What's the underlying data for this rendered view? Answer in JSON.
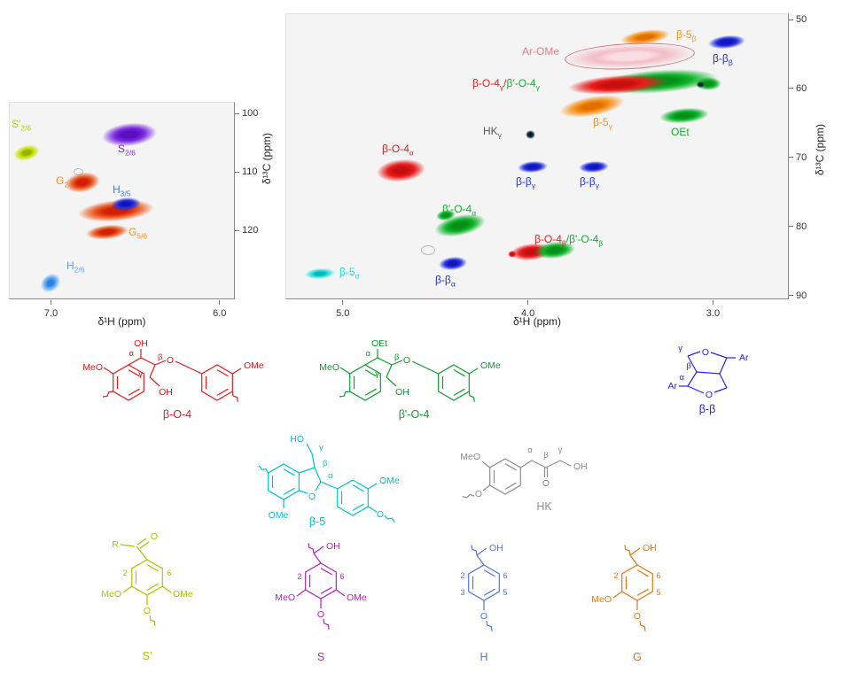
{
  "palette": {
    "bo4": "#e41a1c",
    "bpo4": "#0a9e2c",
    "bb": "#2626e0",
    "b5": "#00c5cc",
    "hk": "#8c8c8c",
    "sp": "#a6c800",
    "s": "#b821b8",
    "h": "#5076d8",
    "g": "#e07818"
  },
  "chart_data": [
    {
      "id": "aromatic-region",
      "type": "scatter",
      "subtype": "2D HSQC NMR contour plot",
      "xlabel": "δ¹H (ppm)",
      "ylabel": "δ¹³C (ppm)",
      "xlim": [
        7.25,
        5.92
      ],
      "ylim": [
        98,
        131.5
      ],
      "xticks": [
        {
          "v": 7.0,
          "label": "7.0"
        },
        {
          "v": 6.0,
          "label": "6.0"
        }
      ],
      "yticks": [
        {
          "v": 100,
          "label": "100"
        },
        {
          "v": 110,
          "label": "110"
        },
        {
          "v": 120,
          "label": "120"
        }
      ],
      "peaks": [
        {
          "id": "Sp2-6",
          "h1": 7.15,
          "c13": 106.6,
          "w": 30,
          "h": 17,
          "rot": -15,
          "color": "#c6e300",
          "core": "#93b300"
        },
        {
          "id": "S2-6",
          "h1": 6.54,
          "c13": 103.4,
          "w": 62,
          "h": 26,
          "rot": -6,
          "color": "#7b2be0",
          "core": "#5a10c0"
        },
        {
          "id": "faint-1",
          "h1": 6.85,
          "c13": 109.6,
          "w": 9,
          "h": 6,
          "color": "#bbbbbb",
          "outline": true
        },
        {
          "id": "G2",
          "h1": 6.82,
          "c13": 111.7,
          "w": 40,
          "h": 22,
          "rot": -10,
          "color": "#e85317",
          "core": "#cf2005"
        },
        {
          "id": "G5-6-a",
          "h1": 6.62,
          "c13": 116.5,
          "w": 86,
          "h": 24,
          "rot": -5,
          "color": "#e85317",
          "core": "#cf2005"
        },
        {
          "id": "H3-5",
          "h1": 6.56,
          "c13": 115.3,
          "w": 34,
          "h": 15,
          "rot": -5,
          "color": "#2430e0",
          "core": "#1215bb"
        },
        {
          "id": "G5-6-b",
          "h1": 6.67,
          "c13": 120.2,
          "w": 48,
          "h": 16,
          "rot": -6,
          "color": "#e85317",
          "core": "#cf2005"
        },
        {
          "id": "H2-6",
          "h1": 7.01,
          "c13": 128.8,
          "w": 24,
          "h": 19,
          "rot": -40,
          "color": "#5fa8f5",
          "core": "#2f7fe0"
        }
      ],
      "labels": [
        {
          "x": 2,
          "y": 18,
          "segs": [
            {
              "t": "S'",
              "sub": "2/6",
              "color": "#b2d400"
            }
          ]
        },
        {
          "x": 122,
          "y": 46,
          "segs": [
            {
              "t": "S",
              "sub": "2/6",
              "color": "#8a2be2"
            }
          ]
        },
        {
          "x": 52,
          "y": 82,
          "segs": [
            {
              "t": "G",
              "sub": "2",
              "color": "#f7941d"
            }
          ]
        },
        {
          "x": 116,
          "y": 92,
          "segs": [
            {
              "t": "H",
              "sub": "3/5",
              "color": "#4477ee"
            }
          ]
        },
        {
          "x": 134,
          "y": 140,
          "segs": [
            {
              "t": "G",
              "sub": "5/6",
              "color": "#f7941d"
            }
          ]
        },
        {
          "x": 64,
          "y": 178,
          "segs": [
            {
              "t": "H",
              "sub": "2/6",
              "color": "#5fa0f0"
            }
          ]
        }
      ]
    },
    {
      "id": "aliphatic-region",
      "type": "scatter",
      "subtype": "2D HSQC NMR contour plot",
      "xlabel": "δ¹H (ppm)",
      "ylabel": "δ¹³C (ppm)",
      "xlim": [
        5.31,
        2.6
      ],
      "ylim": [
        49.1,
        90.3
      ],
      "xticks": [
        {
          "v": 5.0,
          "label": "5.0"
        },
        {
          "v": 4.0,
          "label": "4.0"
        },
        {
          "v": 3.0,
          "label": "3.0"
        }
      ],
      "yticks": [
        {
          "v": 50,
          "label": "50"
        },
        {
          "v": 60,
          "label": "60"
        },
        {
          "v": 70,
          "label": "70"
        },
        {
          "v": 80,
          "label": "80"
        },
        {
          "v": 90,
          "label": "90"
        }
      ],
      "peaks": [
        {
          "id": "b5-beta",
          "h1": 3.37,
          "c13": 52.5,
          "w": 56,
          "h": 16,
          "rot": -8,
          "color": "#f7941d",
          "core": "#e07000"
        },
        {
          "id": "bb-beta",
          "h1": 2.93,
          "c13": 53.2,
          "w": 42,
          "h": 15,
          "rot": -6,
          "color": "#2430e0",
          "core": "#1215bb"
        },
        {
          "id": "Ar-OMe",
          "h1": 3.46,
          "c13": 55.1,
          "w": 145,
          "h": 27,
          "rot": -3,
          "color": "#f3bcc6",
          "core": "#fadde2",
          "border": "#d4717e"
        },
        {
          "id": "bpo4-gamma",
          "h1": 3.3,
          "c13": 58.8,
          "w": 135,
          "h": 26,
          "rot": -4,
          "color": "#0db32a",
          "core": "#089018"
        },
        {
          "id": "bo4-gamma",
          "h1": 3.52,
          "c13": 59.3,
          "w": 112,
          "h": 21,
          "rot": -4,
          "color": "#ea1c1c",
          "core": "#c80f0f"
        },
        {
          "id": "green-right",
          "h1": 3.03,
          "c13": 59.2,
          "w": 30,
          "h": 15,
          "color": "#0db32a",
          "core": "#089018"
        },
        {
          "id": "dark-dot-1",
          "h1": 3.07,
          "c13": 59.3,
          "w": 9,
          "h": 7,
          "color": "#223344",
          "core": "#101a22"
        },
        {
          "id": "b5-gamma",
          "h1": 3.66,
          "c13": 62.5,
          "w": 74,
          "h": 22,
          "rot": -10,
          "color": "#f7941d",
          "core": "#e07000"
        },
        {
          "id": "OEt",
          "h1": 3.16,
          "c13": 63.8,
          "w": 56,
          "h": 17,
          "rot": -5,
          "color": "#0db32a",
          "core": "#089018"
        },
        {
          "id": "HK-gamma",
          "h1": 3.99,
          "c13": 66.6,
          "w": 11,
          "h": 10,
          "color": "#16333b",
          "core": "#0a1f26"
        },
        {
          "id": "bb-gamma-1",
          "h1": 3.98,
          "c13": 71.2,
          "w": 34,
          "h": 13,
          "rot": -4,
          "color": "#2430e0",
          "core": "#1215bb"
        },
        {
          "id": "bb-gamma-2",
          "h1": 3.65,
          "c13": 71.2,
          "w": 34,
          "h": 13,
          "rot": -4,
          "color": "#2430e0",
          "core": "#1215bb"
        },
        {
          "id": "bo4-alpha",
          "h1": 4.69,
          "c13": 71.7,
          "w": 55,
          "h": 25,
          "rot": -6,
          "color": "#ea1c1c",
          "core": "#c80f0f"
        },
        {
          "id": "bpo4-alpha",
          "h1": 4.37,
          "c13": 79.7,
          "w": 58,
          "h": 23,
          "rot": -12,
          "color": "#0db32a",
          "core": "#089018"
        },
        {
          "id": "bpo4-alpha-b",
          "h1": 4.45,
          "c13": 78.2,
          "w": 22,
          "h": 12,
          "rot": -10,
          "color": "#0db32a",
          "core": "#089018"
        },
        {
          "id": "faint-2",
          "h1": 4.55,
          "c13": 83.2,
          "w": 14,
          "h": 9,
          "color": "#bbbbbb",
          "outline": true
        },
        {
          "id": "bo4-beta",
          "h1": 3.99,
          "c13": 83.6,
          "w": 46,
          "h": 19,
          "rot": -6,
          "color": "#ea1c1c",
          "core": "#c80f0f"
        },
        {
          "id": "bo4-beta-dot",
          "h1": 4.09,
          "c13": 83.9,
          "w": 10,
          "h": 8,
          "color": "#ea1c1c",
          "core": "#c80f0f"
        },
        {
          "id": "bpo4-beta",
          "h1": 3.86,
          "c13": 83.3,
          "w": 46,
          "h": 19,
          "rot": -6,
          "color": "#0db32a",
          "core": "#089018"
        },
        {
          "id": "bb-alpha",
          "h1": 4.41,
          "c13": 85.2,
          "w": 32,
          "h": 15,
          "rot": -6,
          "color": "#2430e0",
          "core": "#1215bb"
        },
        {
          "id": "b5-alpha",
          "h1": 5.13,
          "c13": 86.7,
          "w": 34,
          "h": 12,
          "rot": -4,
          "color": "#28dede",
          "core": "#00b8b8"
        }
      ],
      "labels": [
        {
          "x": 266,
          "y": 36,
          "segs": [
            {
              "t": "Ar-OMe",
              "color": "#d9808d"
            }
          ]
        },
        {
          "x": 440,
          "y": 17,
          "segs": [
            {
              "t": "β-5",
              "sub": "β",
              "color": "#f7941d"
            }
          ]
        },
        {
          "x": 481,
          "y": 44,
          "segs": [
            {
              "t": "β-β",
              "sub": "β",
              "color": "#2430e0"
            }
          ]
        },
        {
          "x": 210,
          "y": 72,
          "segs": [
            {
              "t": "β-O-4",
              "sub": "γ",
              "color": "#ea1c1c"
            },
            {
              "t": "/",
              "color": "#ea1c1c"
            },
            {
              "t": "β'-O-4",
              "sub": "γ",
              "color": "#0db32a"
            }
          ]
        },
        {
          "x": 346,
          "y": 116,
          "segs": [
            {
              "t": "β-5",
              "sub": "γ",
              "color": "#f7941d"
            }
          ]
        },
        {
          "x": 434,
          "y": 127,
          "segs": [
            {
              "t": "OEt",
              "color": "#0db32a"
            }
          ]
        },
        {
          "x": 222,
          "y": 126,
          "segs": [
            {
              "t": "HK",
              "sub": "γ",
              "color": "#555555"
            }
          ]
        },
        {
          "x": 259,
          "y": 183,
          "segs": [
            {
              "t": "β-β",
              "sub": "γ",
              "color": "#2430e0"
            }
          ]
        },
        {
          "x": 331,
          "y": 183,
          "segs": [
            {
              "t": "β-β",
              "sub": "γ",
              "color": "#2430e0"
            }
          ]
        },
        {
          "x": 108,
          "y": 146,
          "segs": [
            {
              "t": "β-O-4",
              "sub": "α",
              "color": "#ea1c1c"
            }
          ]
        },
        {
          "x": 176,
          "y": 214,
          "segs": [
            {
              "t": "β'-O-4",
              "sub": "α",
              "color": "#0db32a"
            }
          ]
        },
        {
          "x": 280,
          "y": 248,
          "segs": [
            {
              "t": "β-O-4",
              "sub": "β",
              "color": "#ea1c1c"
            },
            {
              "t": "/",
              "color": "#0db32a"
            },
            {
              "t": "β'-O-4",
              "sub": "β",
              "color": "#0db32a"
            }
          ]
        },
        {
          "x": 168,
          "y": 294,
          "segs": [
            {
              "t": "β-β",
              "sub": "α",
              "color": "#2430e0"
            }
          ]
        },
        {
          "x": 60,
          "y": 285,
          "segs": [
            {
              "t": "β-5",
              "sub": "α",
              "color": "#28dede"
            }
          ]
        }
      ]
    }
  ],
  "structures": {
    "bo4": {
      "caption": "β-O-4",
      "meo": "MeO",
      "oh_a": "OH",
      "alpha": "α",
      "beta": "β",
      "gamma": "γ",
      "o": "O",
      "oh_g": "OH",
      "ome": "OMe"
    },
    "bpo4": {
      "caption": "β'-O-4",
      "meo": "MeO",
      "oet": "OEt",
      "alpha": "α",
      "beta": "β",
      "gamma": "γ",
      "o": "O",
      "oh_g": "OH",
      "ome": "OMe"
    },
    "bb": {
      "caption": "β-β",
      "o1": "O",
      "o2": "O",
      "ar1": "Ar",
      "ar2": "Ar",
      "alpha": "α",
      "beta": "β",
      "gamma": "γ"
    },
    "b5": {
      "caption": "β-5",
      "ho": "HO",
      "gamma": "γ",
      "beta": "β",
      "alpha": "α",
      "o_ring": "O",
      "ome_l": "OMe",
      "ome_r": "OMe",
      "o_r": "O"
    },
    "hk": {
      "caption": "HK",
      "meo": "MeO",
      "o_link": "O",
      "alpha": "α",
      "beta": "β",
      "gamma": "γ",
      "o_carbonyl": "O",
      "oh": "OH"
    },
    "sp": {
      "caption": "S'",
      "r": "R",
      "o_carbonyl": "O",
      "n2": "2",
      "n6": "6",
      "meo": "MeO",
      "ome": "OMe",
      "o_link": "O"
    },
    "s": {
      "caption": "S",
      "oh": "OH",
      "n2": "2",
      "n6": "6",
      "meo": "MeO",
      "ome": "OMe",
      "o_link": "O"
    },
    "h": {
      "caption": "H",
      "oh": "OH",
      "n2": "2",
      "n3": "3",
      "n5": "5",
      "n6": "6",
      "o_link": "O"
    },
    "g": {
      "caption": "G",
      "oh": "OH",
      "n2": "2",
      "n5": "5",
      "n6": "6",
      "meo": "MeO",
      "o_link": "O"
    }
  }
}
